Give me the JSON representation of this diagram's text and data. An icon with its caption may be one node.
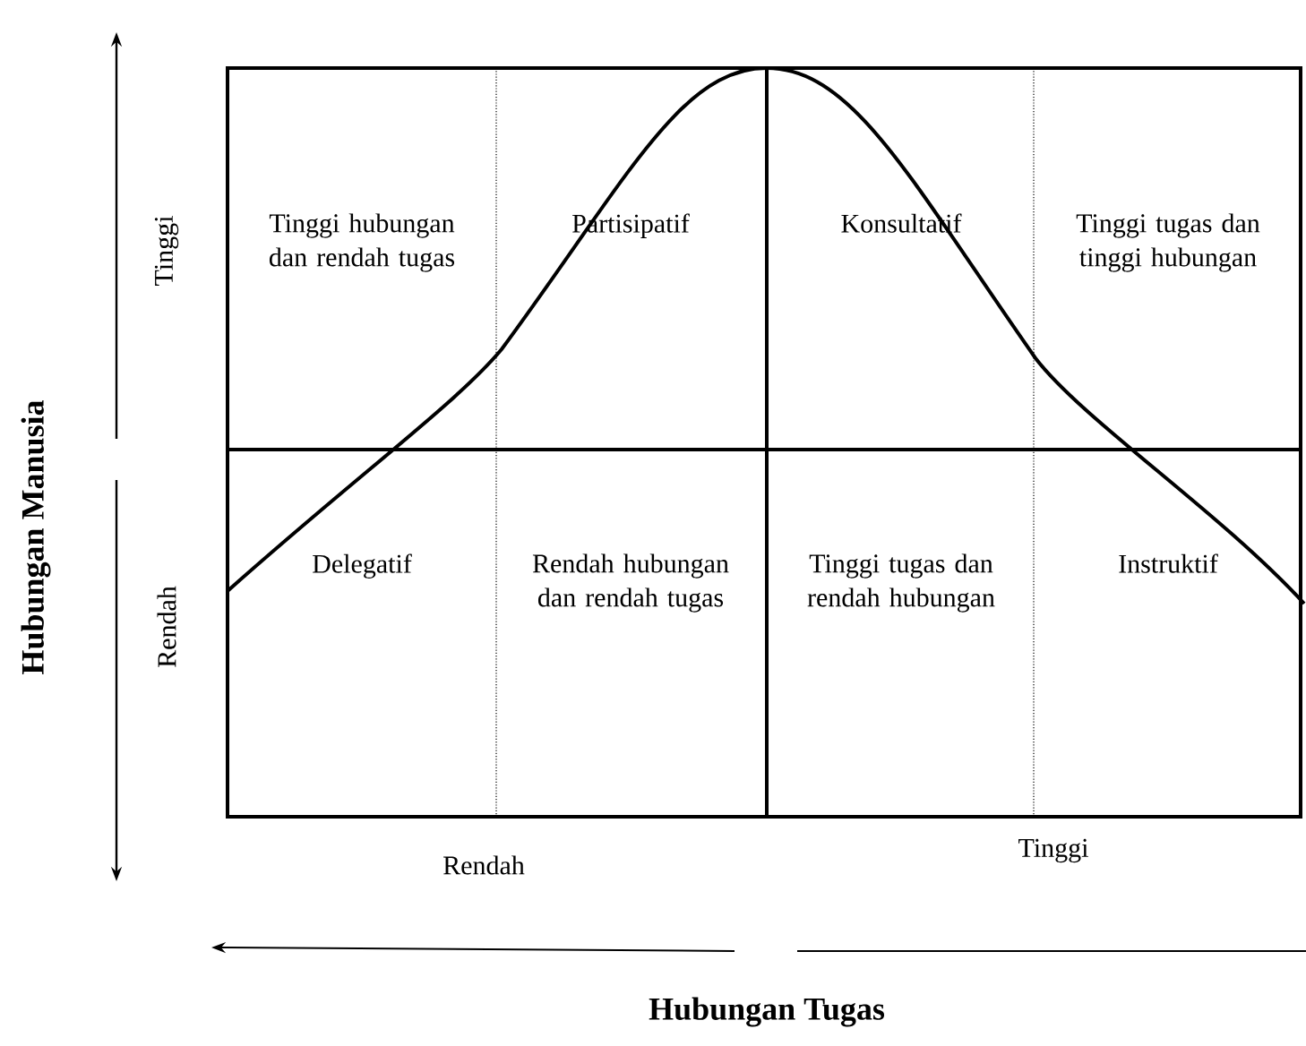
{
  "diagram": {
    "nodes": [
      {
        "text": [
          "Tinggi hubungan dan rendah tugas"
        ]
      },
      {
        "text": [
          "Partisipatif"
        ]
      },
      {
        "text": [
          "Konsultatif"
        ]
      },
      {
        "text": [
          "Tinggi tugas dan tinggi hubungan"
        ]
      },
      {
        "text": [
          "Delegatif"
        ]
      },
      {
        "text": [
          "Rendah hubungan dan rendah tugas"
        ]
      },
      {
        "text": [
          "Tinggi tugas dan rendah hubungan"
        ]
      },
      {
        "text": [
          "Instruktif"
        ]
      }
    ],
    "edges": [],
    "labels": [
      "Hubungan Manusia",
      "Tinggi",
      "Rendah",
      "Rendah",
      "Tinggi",
      "Hubungan Tugas"
    ]
  }
}
